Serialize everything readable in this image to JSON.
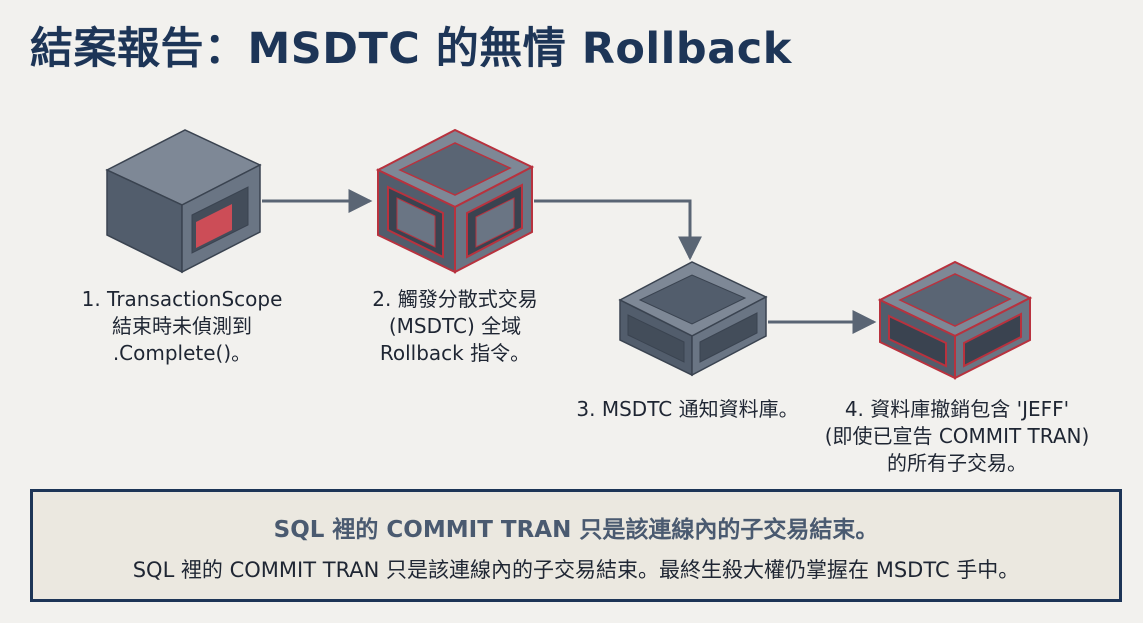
{
  "title": "結案報告：MSDTC 的無情 Rollback",
  "colors": {
    "title": "#1d3557",
    "box_side": "#525d6c",
    "box_top": "#7e8896",
    "box_front": "#6a7584",
    "box_dark": "#434d5a",
    "highlight_red": "#b8323e",
    "highlight_fill": "#cc4d57",
    "arrow": "#5a6574",
    "panel_bg": "#ebe8e0",
    "panel_border": "#1d3557"
  },
  "steps": [
    {
      "number": "1.",
      "lines": [
        "1. TransactionScope",
        "結束時未偵測到",
        ".Complete()。"
      ],
      "icon": "closed-box-with-red-window-icon"
    },
    {
      "number": "2.",
      "lines": [
        "2. 觸發分散式交易",
        "(MSDTC) 全域",
        "Rollback 指令。"
      ],
      "icon": "red-outlined-open-cube-icon"
    },
    {
      "number": "3.",
      "lines": [
        "3. MSDTC 通知資料庫。"
      ],
      "icon": "gray-open-cube-icon"
    },
    {
      "number": "4.",
      "lines": [
        "4. 資料庫撤銷包含 'JEFF'",
        "(即使已宣告 COMMIT TRAN)",
        "的所有子交易。"
      ],
      "icon": "red-outlined-hollow-cube-icon"
    }
  ],
  "summary": {
    "headline": "SQL 裡的 COMMIT TRAN 只是該連線內的子交易結束。",
    "detail": "SQL 裡的 COMMIT TRAN 只是該連線內的子交易結束。最終生殺大權仍掌握在 MSDTC 手中。"
  }
}
